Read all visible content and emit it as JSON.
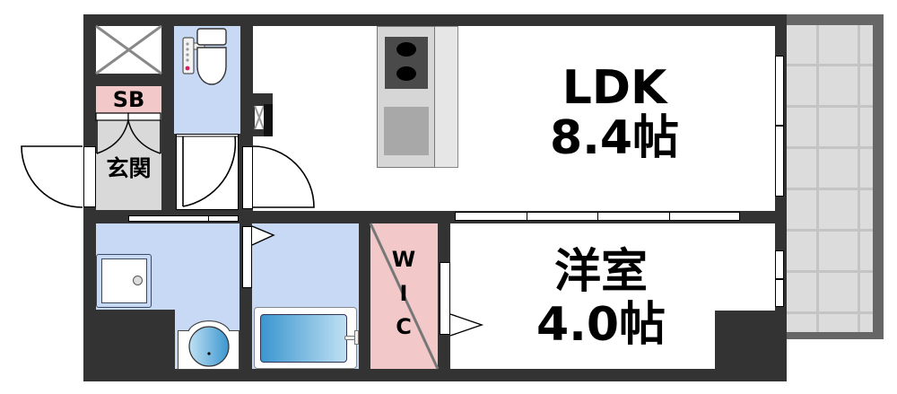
{
  "floorplan": {
    "rooms": {
      "ldk": {
        "name": "LDK",
        "area": "8.4帖"
      },
      "western_room": {
        "name": "洋室",
        "area": "4.0帖"
      },
      "wic": {
        "letters": [
          "W",
          "I",
          "C"
        ],
        "label": "WIC"
      },
      "entrance": {
        "name": "玄関"
      },
      "shoe_box": {
        "name": "SB"
      }
    },
    "colors": {
      "wall": "#333333",
      "wet_area": "#c8d9f5",
      "storage": "#f2c8c8",
      "entrance_floor": "#d9d9d9",
      "balcony": "#dcdcdc",
      "balcony_frame": "#666666",
      "bathtub": "#4aa3d8"
    },
    "fixtures": [
      "toilet",
      "kitchen-stove",
      "kitchen-sink",
      "washbasin",
      "washing-machine-pan",
      "bathtub",
      "balcony",
      "pipe-shaft"
    ]
  }
}
